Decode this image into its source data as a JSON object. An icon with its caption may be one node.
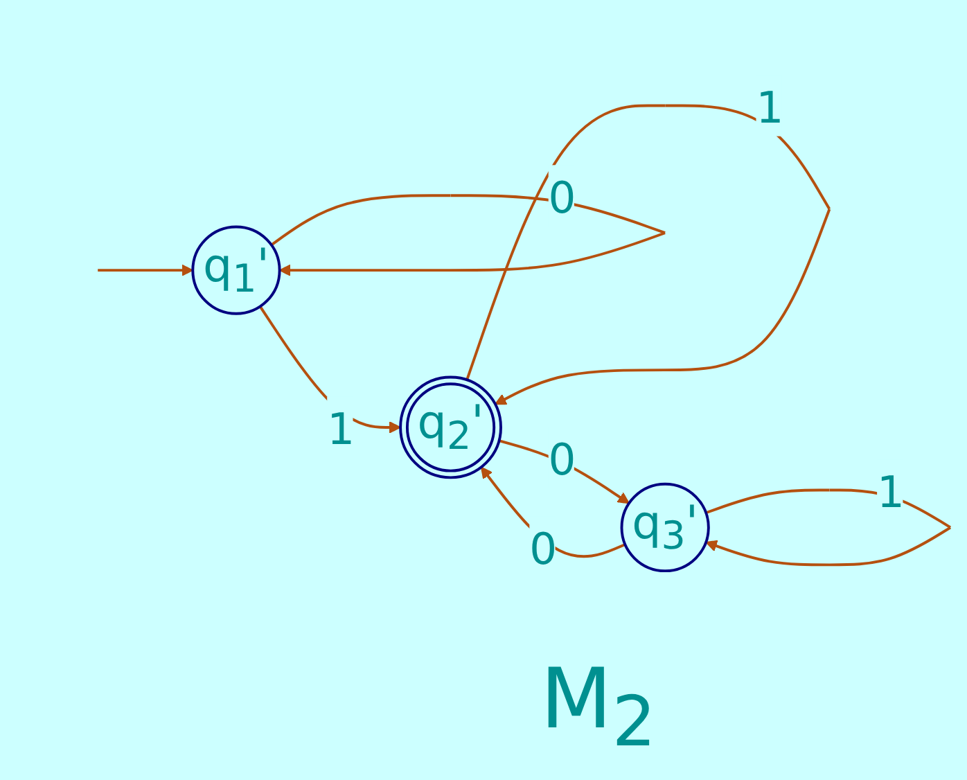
{
  "diagram": {
    "title": "M$_{2}$",
    "nodes": [
      {
        "text": [
          "q$_{1}$'"
        ]
      },
      {
        "text": [
          "q$_{2}$'"
        ]
      },
      {
        "text": [
          "q$_{3}$'"
        ]
      }
    ],
    "edges": [
      {
        "from": null,
        "to": 0,
        "arrow": "to"
      },
      {
        "from": 0,
        "to": 0,
        "label": "0",
        "arrow": "to"
      },
      {
        "from": 0,
        "to": 1,
        "label": "1",
        "arrow": "to"
      },
      {
        "from": 1,
        "to": 1,
        "label": "1",
        "arrow": "to"
      },
      {
        "from": 1,
        "to": 2,
        "label": "0",
        "arrow": "to"
      },
      {
        "from": 2,
        "to": 1,
        "label": "0",
        "arrow": "to"
      },
      {
        "from": 2,
        "to": 2,
        "label": "1",
        "arrow": "to"
      }
    ]
  }
}
